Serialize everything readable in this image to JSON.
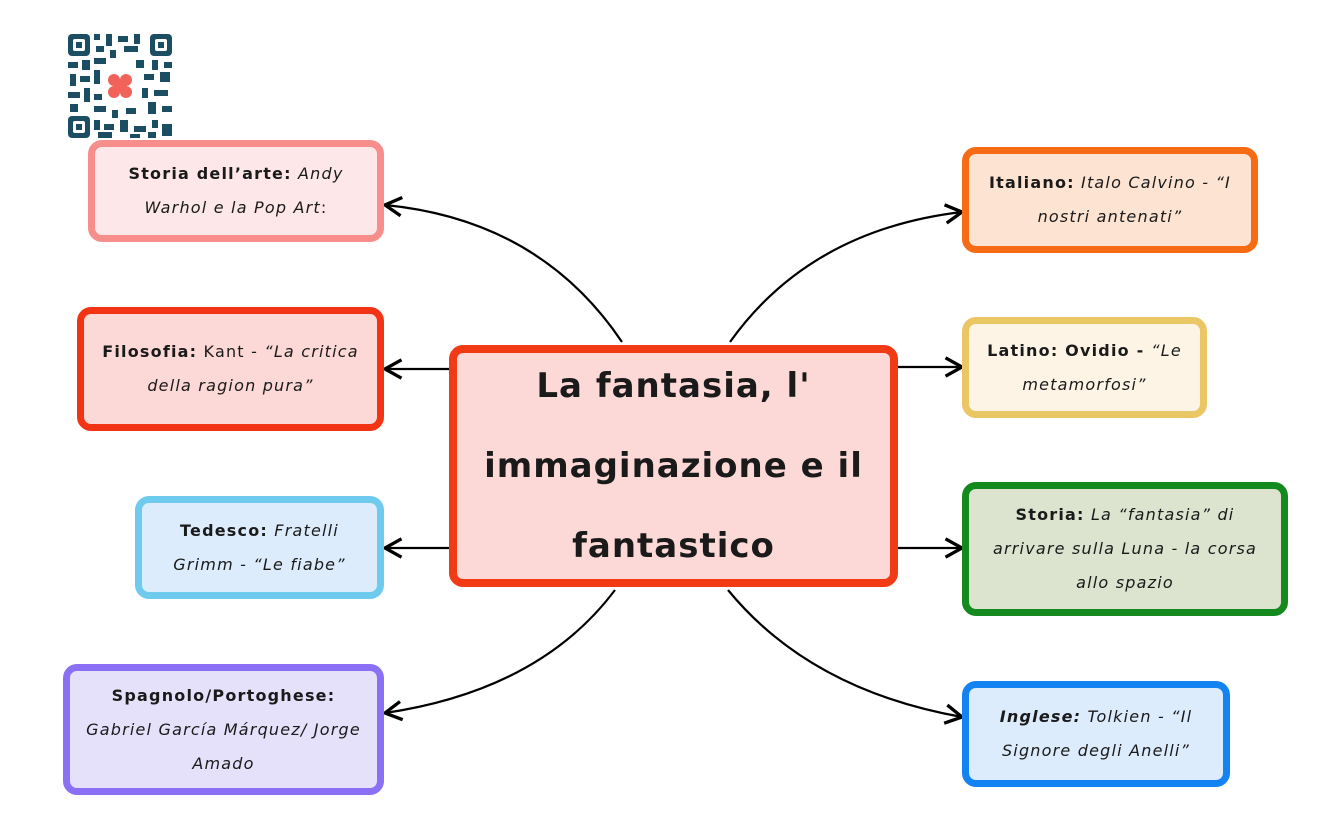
{
  "central_topic": "La fantasia, l' immaginazione e il fantastico",
  "nodes": {
    "arte": {
      "subject": "Storia dell’arte:",
      "text": " Andy Warhol e la Pop Art",
      "suffix": ":",
      "border": "#f78e8c",
      "fill": "#fde7e8"
    },
    "filosofia": {
      "subject": "Filosofia:",
      "plain": " Kant - ",
      "text": "“La critica della ragion pura”",
      "border": "#f23414",
      "fill": "#fcd8d6"
    },
    "tedesco": {
      "subject": "Tedesco:",
      "text": " Fratelli Grimm - “Le fiabe”",
      "border": "#6ecbee",
      "fill": "#dcecfd"
    },
    "spagnolo": {
      "subject": "Spagnolo/Portoghese:",
      "text": "Gabriel García Márquez/ Jorge Amado",
      "border": "#8b6ff5",
      "fill": "#e6e1fb"
    },
    "italiano": {
      "subject": "Italiano:",
      "text": " Italo Calvino - “I nostri antenati”",
      "border": "#f76b14",
      "fill": "#fde4d2"
    },
    "latino": {
      "subject": "Latino: Ovidio - ",
      "text": "“Le metamorfosi”",
      "border": "#ebc664",
      "fill": "#fdf4e6"
    },
    "storia": {
      "subject": "Storia:",
      "text": " La “fantasia” di arrivare sulla Luna - la corsa allo spazio",
      "border": "#148a1e",
      "fill": "#dce4cf"
    },
    "inglese": {
      "subject": "Inglese:",
      "text": " Tolkien - “Il Signore degli Anelli”",
      "border": "#1483f2",
      "fill": "#dcecfd"
    }
  },
  "qr_icon": "qr-code-brain-logo",
  "colors": {
    "central_border": "#f23a14",
    "central_fill": "#fcd8d6",
    "arrow": "#000000"
  }
}
